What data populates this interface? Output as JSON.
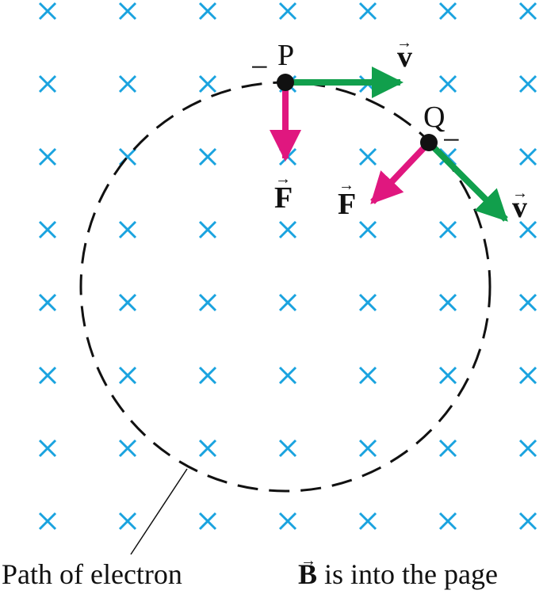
{
  "field": {
    "symbol": "×",
    "color": "#1aa3df",
    "columns": 7,
    "rows": 8
  },
  "electron_path": {
    "color": "#111111",
    "style": "dashed"
  },
  "points": {
    "p": {
      "label": "P",
      "charge": "−"
    },
    "q": {
      "label": "Q",
      "charge": "−"
    }
  },
  "vectors": {
    "velocity": {
      "symbol": "v",
      "color": "#119f4c"
    },
    "force": {
      "symbol": "F",
      "color": "#e0177f"
    },
    "arrow_glyph": "→"
  },
  "captions": {
    "path": "Path of electron",
    "field_symbol": "B",
    "field_text": " is into the page"
  }
}
